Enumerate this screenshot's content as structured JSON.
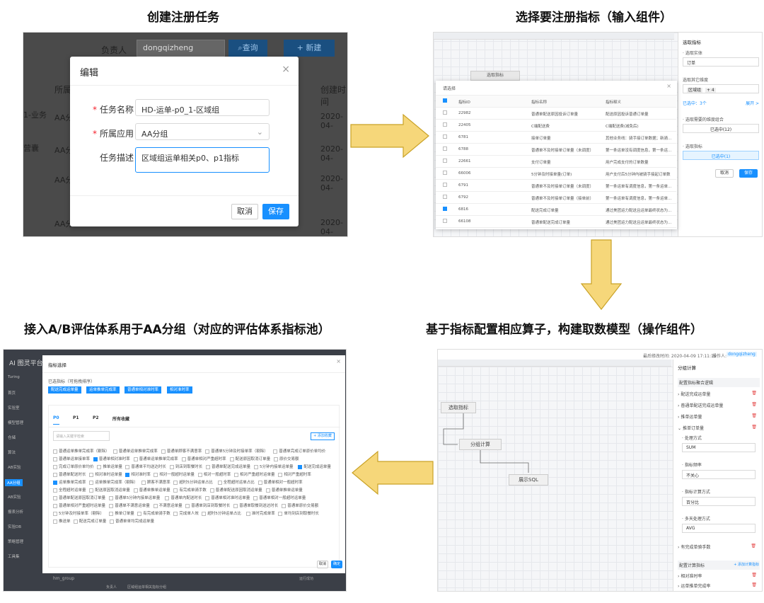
{
  "titles": {
    "step1": "创建注册任务",
    "step2": "选择要注册指标（输入组件）",
    "step3": "接入A/B评估体系用于AA分组（对应的评估体系指标池）",
    "step4": "基于指标配置相应算子，构建取数模型（操作组件）"
  },
  "colors": {
    "arrow": "#f6d77a",
    "arrow_stroke": "#c9a227",
    "primary": "#1890ff"
  },
  "step1": {
    "bg": {
      "owner_label": "负责人",
      "owner_value": "dongqizheng",
      "query_button": "查询",
      "new_button": "+ 新建",
      "col_app": "所属",
      "col_created": "创建时间",
      "row_side_1": "1-业务",
      "row_side_2": "营囊",
      "row_app": "AA分",
      "row_date": "2020-04-"
    },
    "dialog": {
      "title": "编辑",
      "name_label": "任务名称",
      "name_value": "HD-运单-p0_1-区域组",
      "app_label": "所属应用",
      "app_value": "AA分组",
      "desc_label": "任务描述",
      "desc_value": "区域组运单相关p0、p1指标",
      "cancel": "取消",
      "save": "保存"
    }
  },
  "step2": {
    "canvas_node": "选取指标",
    "panel": {
      "title": "选取指标",
      "real_label": "· 选取实体",
      "real_value": "订单",
      "other_label": "选取其它维度",
      "other_value": "区域组",
      "other_more": "+ 4",
      "selected_hint": "已选中：3个",
      "expand": "展开 >",
      "need_label": "· 选取需要的维度组合",
      "need_value": "已选中(12)",
      "metric_label": "· 选取指标",
      "metric_value": "已选中(1)",
      "cancel": "取消",
      "save": "保存"
    },
    "dialog_title": "请选择",
    "table_headers": [
      "指标ID",
      "指标名称",
      "指标释义"
    ],
    "rows": [
      {
        "id": "22982",
        "name": "普通单配送原因投诉订单量",
        "desc": "配送原因投诉普通订单量",
        "checked": false
      },
      {
        "id": "22405",
        "name": "C端配送费",
        "desc": "C端配送费(减免后)",
        "checked": false
      },
      {
        "id": "6781",
        "name": "接单订单量",
        "desc": "其他业务线：骑手接订单数据；新骑...",
        "checked": false
      },
      {
        "id": "6788",
        "name": "普通单不及时接单订单量（未调度）",
        "desc": "第一条运单没有调度信息，第一条运...",
        "checked": false
      },
      {
        "id": "22661",
        "name": "支付订单量",
        "desc": "用户完成支付的订单数量",
        "checked": false
      },
      {
        "id": "66006",
        "name": "5分钟及时接单量(订单)",
        "desc": "用户支付后5分钟内被骑手接起订单数",
        "checked": false
      },
      {
        "id": "6791",
        "name": "普通单不及时接单订单量（未调度）",
        "desc": "第一条运单有调度信息，第一条运单...",
        "checked": false
      },
      {
        "id": "6792",
        "name": "普通单不及时接单订单量（接单前）",
        "desc": "第一条运单有调度信息，第一条运单...",
        "checked": false
      },
      {
        "id": "6816",
        "name": "配送完成订单量",
        "desc": "通过美团运力配送且运单最终状态为...",
        "checked": true
      },
      {
        "id": "66108",
        "name": "普通单配送完成订单量",
        "desc": "通过美团运力配送且运单最终状态为...",
        "checked": false
      }
    ]
  },
  "step3": {
    "app_title": "AI 图灵平台",
    "sidebar": [
      "Turing",
      "首页",
      "实验室",
      "模型管理",
      "仓储",
      "算法",
      "AB实验",
      "AA分组",
      "AB实验",
      "报表分析",
      "实验DB",
      "策略管理",
      "工具集"
    ],
    "dialog_title": "指标选择",
    "selected_label": "已选指标（可拖拽排序）",
    "chips": [
      "配送完成运单量",
      "运单推单完成率",
      "普通单相对准时率",
      "相对准时率"
    ],
    "tabs": [
      "P0",
      "P1",
      "P2",
      "所有收藏"
    ],
    "search_placeholder": "请输入关键字检索",
    "favorite_button": "+ 添加收藏",
    "items": [
      {
        "text": "普通运单推单完成率（剔除）",
        "checked": false
      },
      {
        "text": "普通单运单推单完成率",
        "checked": false
      },
      {
        "text": "普通单顾客不满意率",
        "checked": false
      },
      {
        "text": "普通单5分钟及时接单率（剔除）",
        "checked": false
      },
      {
        "text": "普通单完成订单原价单均价",
        "checked": false
      },
      {
        "text": "普通单运单接单率",
        "checked": false
      },
      {
        "text": "普通单相对准时率",
        "checked": true
      },
      {
        "text": "普通单运单推单完成率",
        "checked": false
      },
      {
        "text": "普通单相对严重超时率",
        "checked": false
      },
      {
        "text": "配送原因取消订单量",
        "checked": false
      },
      {
        "text": "原价交易额",
        "checked": false
      },
      {
        "text": "完成订单原价单均价",
        "checked": false
      },
      {
        "text": "推单运单量",
        "checked": false
      },
      {
        "text": "普通单平均送达时长",
        "checked": false
      },
      {
        "text": "到店到取餐时长",
        "checked": false
      },
      {
        "text": "普通单配送完成运单量",
        "checked": false
      },
      {
        "text": "5分钟内接单运单量",
        "checked": false
      },
      {
        "text": "配送完成运单量",
        "checked": true
      },
      {
        "text": "普通单配送时长",
        "checked": false
      },
      {
        "text": "相对准时运单量",
        "checked": false
      },
      {
        "text": "相对准时率",
        "checked": true
      },
      {
        "text": "相对一般超时运单量",
        "checked": false
      },
      {
        "text": "相对一般超时率",
        "checked": false
      },
      {
        "text": "相对严重超时运单量",
        "checked": false
      },
      {
        "text": "相对严重超时率",
        "checked": false
      },
      {
        "text": "运单推单完成率",
        "checked": true
      },
      {
        "text": "运单推单完成率（剔除）",
        "checked": false
      },
      {
        "text": "顾客不满意率",
        "checked": false
      },
      {
        "text": "超时5分钟运单占比",
        "checked": false
      },
      {
        "text": "全程超时运单占比",
        "checked": false
      },
      {
        "text": "普通单相对一般超时率",
        "checked": false
      },
      {
        "text": "全程超时运单量",
        "checked": false
      },
      {
        "text": "配送原因取消运单量",
        "checked": false
      },
      {
        "text": "普通单推单运单量",
        "checked": false
      },
      {
        "text": "有完成单骑手数",
        "checked": false
      },
      {
        "text": "普通单配送原因取消运单量",
        "checked": false
      },
      {
        "text": "普通单推单运单量",
        "checked": false
      },
      {
        "text": "普通单配送原因取消订单量",
        "checked": false
      },
      {
        "text": "普通单5分钟内接单运单量",
        "checked": false
      },
      {
        "text": "普通单内配送时长",
        "checked": false
      },
      {
        "text": "普通单相对准时运单量",
        "checked": false
      },
      {
        "text": "普通单相对一般超时运单量",
        "checked": false
      },
      {
        "text": "普通单相对严重超时运单量",
        "checked": false
      },
      {
        "text": "普通单不满意运单量",
        "checked": false
      },
      {
        "text": "不满意运单量",
        "checked": false
      },
      {
        "text": "普通单到店到取餐时长",
        "checked": false
      },
      {
        "text": "普通单取餐到送达时长",
        "checked": false
      },
      {
        "text": "普通单原价交易额",
        "checked": false
      },
      {
        "text": "5分钟及时接单率（剔除）",
        "checked": false
      },
      {
        "text": "推单订单量",
        "checked": false
      },
      {
        "text": "有完成单骑手数",
        "checked": false
      },
      {
        "text": "完成单人效",
        "checked": false
      },
      {
        "text": "超时5分钟运单占比",
        "checked": false
      },
      {
        "text": "准时完成单率",
        "checked": false
      },
      {
        "text": "单均到店到取餐时长",
        "checked": false
      },
      {
        "text": "推送单",
        "checked": false
      },
      {
        "text": "配送完成订单量",
        "checked": false
      },
      {
        "text": "普通单单均完成运单量",
        "checked": false
      }
    ],
    "ok_button": "确定",
    "cancel_button": "取消",
    "bottom_text": "hm_group",
    "bottom_owner": "负责人",
    "bottom_desc": "区域组运单相关指标分组",
    "bottom_status": "运行成功"
  },
  "step4": {
    "header": "最后修改时间: 2020-04-09 17:11:15",
    "operator_label": "操作人:",
    "operator": "dongqizheng",
    "nodes": [
      "选取指标",
      "分组计算",
      "展示SQL"
    ],
    "panel_title": "分组计算",
    "section_title": "配置指标聚合逻辑",
    "metrics": [
      "配送完成运单量",
      "普通单配送完成运单量",
      "推单运单量",
      "推单订单量"
    ],
    "agg_label": "· 处理方式",
    "agg_value": "SUM",
    "weight_label": "· 指标频率",
    "weight_value": "不关心",
    "calc_label": "· 指标计算方式",
    "calc_value": "百分比",
    "multi_label": "· 多天处理方式",
    "multi_value": "AVG",
    "more_metric": "有完成单骑手数",
    "calc_section": "配置计算指标",
    "add_calc": "+ 添加计算指标",
    "calc_metrics": [
      "相对准时率",
      "运单推单完成率"
    ]
  }
}
